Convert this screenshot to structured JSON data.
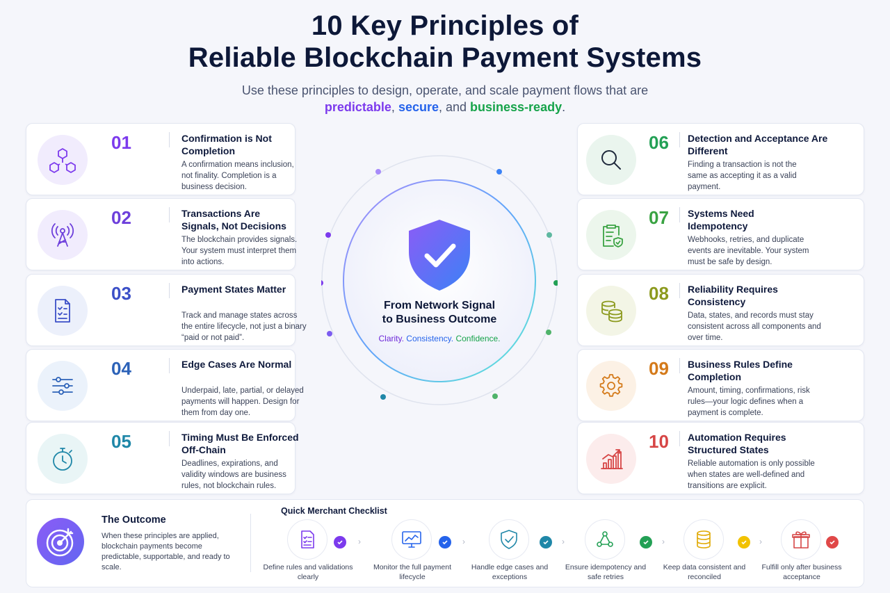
{
  "header": {
    "title_line1": "10 Key Principles of",
    "title_line2": "Reliable Blockchain Payment Systems",
    "subtitle_line1": "Use these principles to design, operate, and scale payment flows that are",
    "subtitle_word1": "predictable",
    "subtitle_sep1": ", ",
    "subtitle_word2": "secure",
    "subtitle_sep2": ", and ",
    "subtitle_word3": "business-ready",
    "subtitle_end": "."
  },
  "principles": [
    {
      "num": "01",
      "title": "Confirmation is Not Completion",
      "desc": "A confirmation means inclusion, not finality. Completion is a business decision.",
      "icon": "blocks-icon",
      "color": "#7c3aed",
      "bg": "#f1ecfd"
    },
    {
      "num": "02",
      "title": "Transactions Are Signals, Not Decisions",
      "desc": "The blockchain provides signals. Your system must interpret them into actions.",
      "icon": "antenna-icon",
      "color": "#6d3fdb",
      "bg": "#f1ecfd"
    },
    {
      "num": "03",
      "title": "Payment States Matter",
      "desc": "Track and manage states across the entire lifecycle, not just a binary “paid or not paid”.",
      "icon": "checklist-icon",
      "color": "#3b4fc7",
      "bg": "#ecf0fb"
    },
    {
      "num": "04",
      "title": "Edge Cases Are Normal",
      "desc": "Underpaid, late, partial, or delayed payments will happen. Design for them from day one.",
      "icon": "sliders-icon",
      "color": "#2c62b8",
      "bg": "#ebf2fb"
    },
    {
      "num": "05",
      "title": "Timing Must Be Enforced Off-Chain",
      "desc": "Deadlines, expirations, and validity windows are business rules, not blockchain rules.",
      "icon": "stopwatch-icon",
      "color": "#1f87a8",
      "bg": "#e9f5f6"
    },
    {
      "num": "06",
      "title": "Detection and Acceptance Are Different",
      "desc": "Finding a transaction is not the same as accepting it as a valid payment.",
      "icon": "magnifier-icon",
      "color": "#23a055",
      "bg": "#eaf5ee"
    },
    {
      "num": "07",
      "title": "Systems Need Idempotency",
      "desc": "Webhooks, retries, and duplicate events are inevitable. Your system must be safe by design.",
      "icon": "clipboard-shield-icon",
      "color": "#3aa343",
      "bg": "#ecf6ec"
    },
    {
      "num": "08",
      "title": "Reliability Requires Consistency",
      "desc": "Data, states, and records must stay consistent across all components and over time.",
      "icon": "coins-icon",
      "color": "#8c9a1e",
      "bg": "#f3f5e6"
    },
    {
      "num": "09",
      "title": "Business Rules Define Completion",
      "desc": "Amount, timing, confirmations, risk rules—your logic defines when a payment is complete.",
      "icon": "gear-icon",
      "color": "#d47a1a",
      "bg": "#fcf1e5"
    },
    {
      "num": "10",
      "title": "Automation Requires Structured States",
      "desc": "Reliable automation is only possible when states are well-defined and transitions are explicit.",
      "icon": "bar-chart-icon",
      "color": "#d64545",
      "bg": "#fcecec"
    }
  ],
  "center": {
    "headline_line1": "From Network Signal",
    "headline_line2": "to Business Outcome",
    "tag1": "Clarity.",
    "tag2": "Consistency.",
    "tag3": "Confidence.",
    "icon": "shield-check-icon"
  },
  "outcome": {
    "title": "The Outcome",
    "desc": "When these principles are applied, blockchain payments become predictable, supportable, and ready to scale.",
    "icon": "target-icon"
  },
  "checklist": {
    "title": "Quick Merchant Checklist",
    "steps": [
      {
        "label": "Define rules and validations clearly",
        "icon": "document-list-icon",
        "color": "#7c3aed"
      },
      {
        "label": "Monitor the full payment lifecycle",
        "icon": "monitor-chart-icon",
        "color": "#2563eb"
      },
      {
        "label": "Handle edge cases and exceptions",
        "icon": "shield-icon",
        "color": "#1f87a8"
      },
      {
        "label": "Ensure idempotency and safe retries",
        "icon": "webhook-icon",
        "color": "#23a055"
      },
      {
        "label": "Keep data consistent and reconciled",
        "icon": "database-icon",
        "color": "#e0a800"
      },
      {
        "label": "Fulfill only after business acceptance",
        "icon": "gift-icon",
        "color": "#d64545"
      }
    ]
  }
}
